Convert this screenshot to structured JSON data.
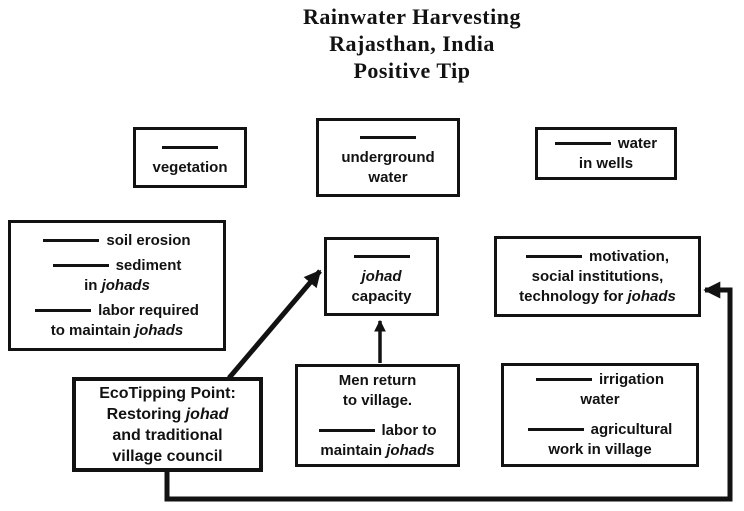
{
  "title": {
    "lines": [
      "Rainwater Harvesting",
      "Rajasthan, India",
      "Positive Tip"
    ]
  },
  "colors": {
    "ink": "#121212",
    "background": "#ffffff"
  },
  "boxes": [
    {
      "id": "vegetation",
      "lines": [
        {
          "segs": [
            {
              "blank": true
            }
          ]
        },
        {
          "segs": [
            {
              "t": "vegetation"
            }
          ]
        }
      ]
    },
    {
      "id": "underground-water",
      "lines": [
        {
          "segs": [
            {
              "blank": true
            }
          ]
        },
        {
          "segs": [
            {
              "t": "underground"
            }
          ]
        },
        {
          "segs": [
            {
              "t": "water"
            }
          ]
        }
      ]
    },
    {
      "id": "water-in-wells",
      "lines": [
        {
          "segs": [
            {
              "blank": true
            },
            {
              "t": "water"
            }
          ]
        },
        {
          "segs": [
            {
              "t": "in wells"
            }
          ]
        }
      ]
    },
    {
      "id": "soil-erosion",
      "lines": [
        {
          "segs": [
            {
              "blank": true
            },
            {
              "t": "soil erosion"
            }
          ]
        },
        {
          "gap": true,
          "segs": [
            {
              "blank": true
            },
            {
              "t": "sediment"
            }
          ]
        },
        {
          "segs": [
            {
              "t": "in "
            },
            {
              "t": "johads",
              "i": true
            }
          ]
        },
        {
          "gap": true,
          "segs": [
            {
              "blank": true
            },
            {
              "t": "labor required"
            }
          ]
        },
        {
          "segs": [
            {
              "t": "to maintain "
            },
            {
              "t": "johads",
              "i": true
            }
          ]
        }
      ]
    },
    {
      "id": "johad-capacity",
      "lines": [
        {
          "segs": [
            {
              "blank": true
            }
          ]
        },
        {
          "segs": [
            {
              "t": "johad",
              "i": true
            }
          ]
        },
        {
          "segs": [
            {
              "t": "capacity"
            }
          ]
        }
      ]
    },
    {
      "id": "motivation",
      "lines": [
        {
          "segs": [
            {
              "blank": true
            },
            {
              "t": "motivation,"
            }
          ]
        },
        {
          "segs": [
            {
              "t": "social institutions,"
            }
          ]
        },
        {
          "segs": [
            {
              "t": "technology for "
            },
            {
              "t": "johads",
              "i": true
            }
          ]
        }
      ]
    },
    {
      "id": "ecotipping-point",
      "lines": [
        {
          "segs": [
            {
              "t": "EcoTipping Point:"
            }
          ]
        },
        {
          "segs": [
            {
              "t": "Restoring "
            },
            {
              "t": "johad",
              "i": true
            }
          ]
        },
        {
          "segs": [
            {
              "t": "and traditional"
            }
          ]
        },
        {
          "segs": [
            {
              "t": "village council"
            }
          ]
        }
      ]
    },
    {
      "id": "men-return",
      "lines": [
        {
          "segs": [
            {
              "t": "Men return"
            }
          ]
        },
        {
          "segs": [
            {
              "t": "to village."
            }
          ]
        },
        {
          "gap": true,
          "segs": [
            {
              "blank": true
            },
            {
              "t": "labor to"
            }
          ]
        },
        {
          "segs": [
            {
              "t": "maintain "
            },
            {
              "t": "johads",
              "i": true
            }
          ]
        }
      ]
    },
    {
      "id": "irrigation",
      "lines": [
        {
          "segs": [
            {
              "blank": true
            },
            {
              "t": "irrigation"
            }
          ]
        },
        {
          "segs": [
            {
              "t": "water"
            }
          ]
        },
        {
          "gap": true,
          "segs": [
            {
              "blank": true
            },
            {
              "t": "agricultural"
            }
          ]
        },
        {
          "segs": [
            {
              "t": "work in village"
            }
          ]
        }
      ]
    }
  ]
}
